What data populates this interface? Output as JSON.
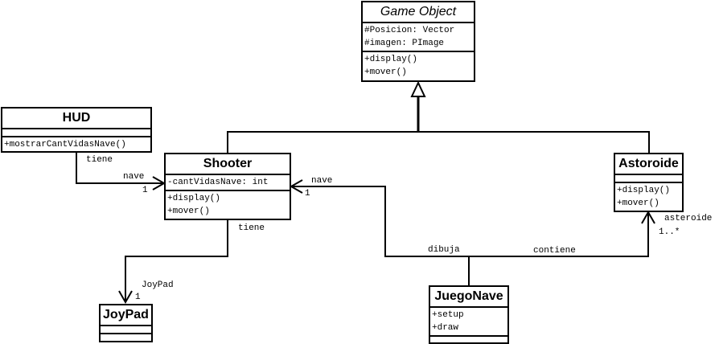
{
  "classes": {
    "game_object": {
      "name": "Game Object",
      "attributes": [
        "#Posicion: Vector",
        "#imagen: PImage"
      ],
      "methods": [
        "+display()",
        "+mover()"
      ]
    },
    "hud": {
      "name": "HUD",
      "attributes": [],
      "methods": [
        "+mostrarCantVidasNave()"
      ]
    },
    "shooter": {
      "name": "Shooter",
      "attributes": [
        "-cantVidasNave: int"
      ],
      "methods": [
        "+display()",
        "+mover()"
      ]
    },
    "asteroide": {
      "name": "Astoroide",
      "attributes": [],
      "methods": [
        "+display()",
        "+mover()"
      ]
    },
    "joypad": {
      "name": "JoyPad",
      "attributes": [],
      "methods": []
    },
    "juego_nave": {
      "name": "JuegoNave",
      "attributes": [],
      "methods": [
        "+setup",
        "+draw"
      ]
    }
  },
  "associations": {
    "hud_shooter": {
      "label": "tiene",
      "role": "nave",
      "multiplicity": "1"
    },
    "shooter_joypad": {
      "label": "tiene",
      "role": "JoyPad",
      "multiplicity": "1"
    },
    "juego_shooter": {
      "label": "dibuja",
      "role": "nave",
      "multiplicity": "1"
    },
    "juego_asteroide": {
      "label": "contiene",
      "role": "asteroide",
      "multiplicity": "1..*"
    }
  }
}
